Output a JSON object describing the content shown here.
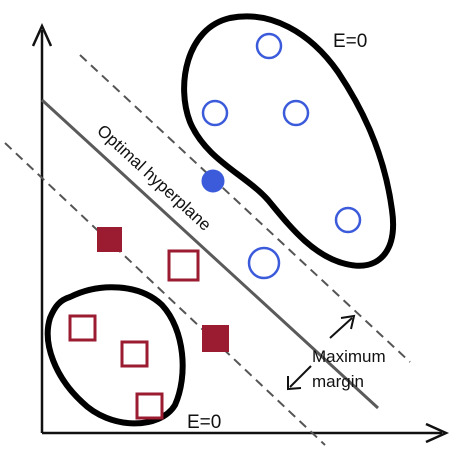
{
  "labels": {
    "hyperplane": "Optimal hyperplane",
    "margin_line1": "Maximum",
    "margin_line2": "margin",
    "error_top": "E=0",
    "error_bottom": "E=0"
  },
  "colors": {
    "blue_class": "#3b5bdb",
    "red_class": "#9b1b30",
    "axes": "#111111",
    "hyperplane": "#555555",
    "margin_lines": "#555555",
    "cluster_outline": "#000000"
  },
  "icons": {
    "open_circle": "hollow-circle-marker",
    "filled_circle": "filled-circle-marker",
    "open_square": "hollow-square-marker",
    "filled_square": "filled-square-marker"
  }
}
